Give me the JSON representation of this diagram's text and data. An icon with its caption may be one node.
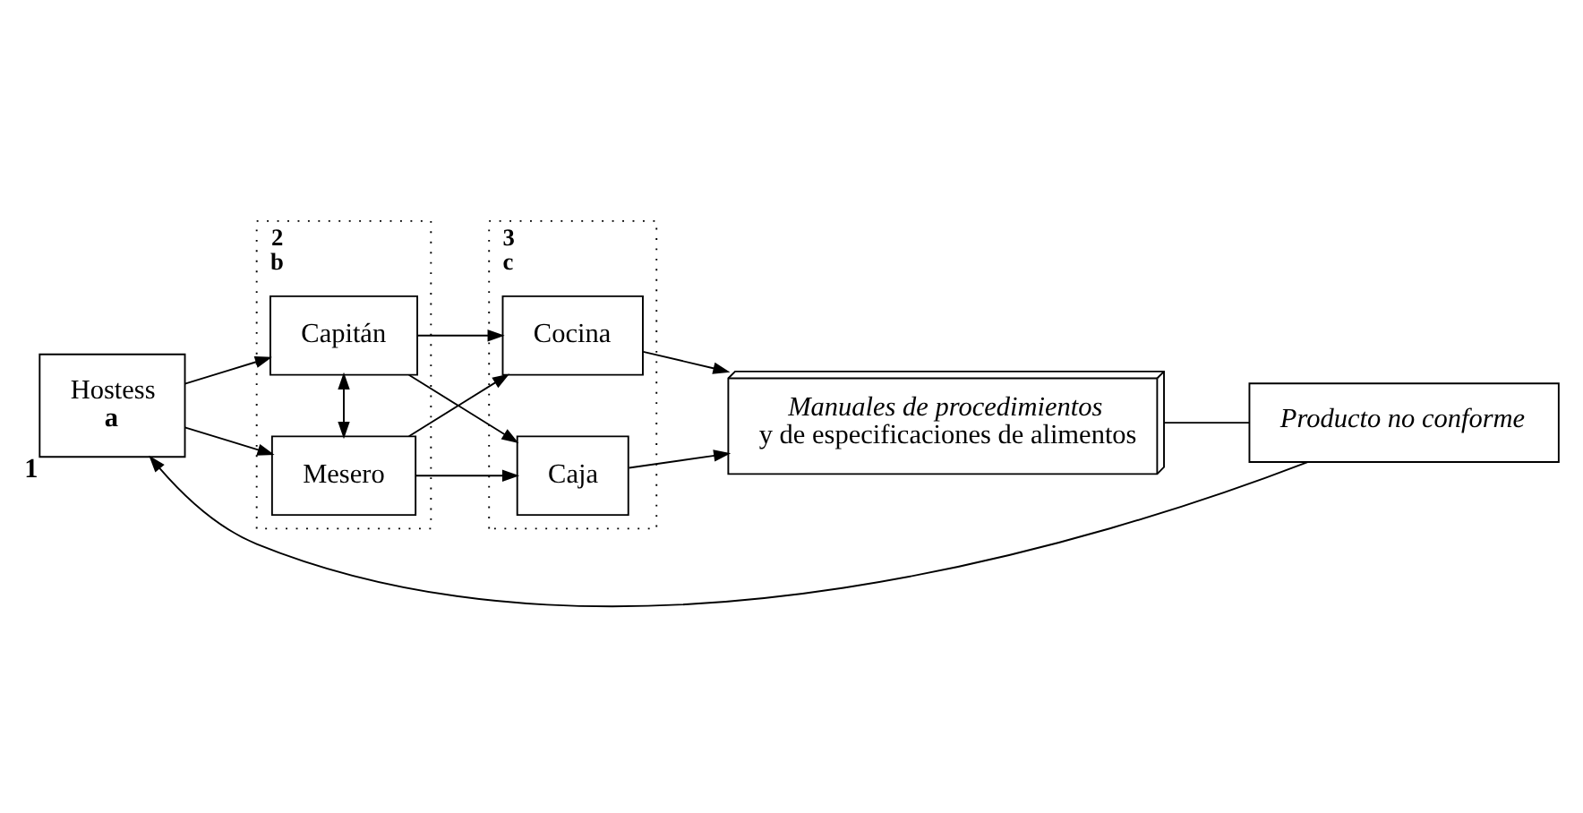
{
  "diagram": {
    "nodes": [
      {
        "text": [
          "Hostess",
          "a"
        ],
        "beside": [
          "1"
        ]
      },
      {
        "text": [
          "2",
          "b"
        ]
      },
      {
        "text": [
          "Capitán"
        ],
        "in": 1
      },
      {
        "text": [
          "Mesero"
        ],
        "in": 1
      },
      {
        "text": [
          "3",
          "c"
        ]
      },
      {
        "text": [
          "Cocina"
        ],
        "in": 4
      },
      {
        "text": [
          "Caja"
        ],
        "in": 4
      },
      {
        "text": [
          "Manuales de procedimientos",
          "y de especificaciones de alimentos"
        ]
      },
      {
        "text": [
          "Producto no conforme"
        ]
      }
    ],
    "edges": [
      {
        "from": 0,
        "to": 2,
        "arrow": "to"
      },
      {
        "from": 0,
        "to": 3,
        "arrow": "to"
      },
      {
        "from": 2,
        "to": 3,
        "arrow": "both"
      },
      {
        "from": 2,
        "to": 5,
        "arrow": "to"
      },
      {
        "from": 2,
        "to": 6,
        "arrow": "to"
      },
      {
        "from": 3,
        "to": 5,
        "arrow": "to"
      },
      {
        "from": 3,
        "to": 6,
        "arrow": "to"
      },
      {
        "from": 5,
        "to": 7,
        "arrow": "to"
      },
      {
        "from": 6,
        "to": 7,
        "arrow": "to"
      },
      {
        "from": 7,
        "to": 8,
        "arrow": "none"
      },
      {
        "from": 8,
        "to": 0,
        "arrow": "to"
      }
    ]
  }
}
